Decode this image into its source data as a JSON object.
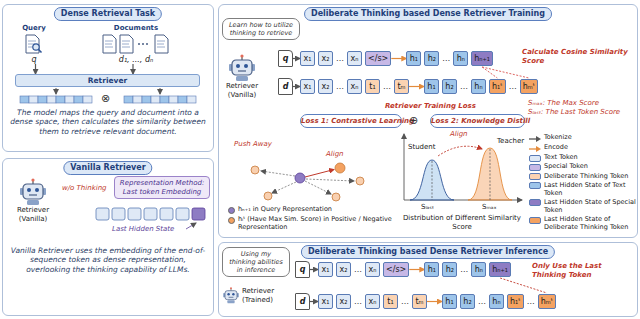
{
  "diagram": {
    "nodes": [
      {
        "text": [
          "Dense Retrieval Task"
        ]
      },
      {
        "text": [
          "Query",
          "q"
        ],
        "in": 0
      },
      {
        "text": [
          "Documents",
          "d₁, ..., dₙ"
        ],
        "in": 0
      },
      {
        "text": [
          "Retriever"
        ],
        "in": 0
      },
      {
        "text": [
          "Vanilla Retriever"
        ]
      },
      {
        "text": [
          "Retriever (Vanilla)"
        ],
        "in": 4
      },
      {
        "text": [
          "Representation Method: Last token Embedding"
        ],
        "in": 4
      },
      {
        "text": [
          "Deliberate Thinking based Dense Retriever Training"
        ]
      },
      {
        "text": [
          "Learn how to utilize thinking to retrieve"
        ],
        "in": 7
      },
      {
        "text": [
          "Retriever (Vanilla)"
        ],
        "in": 7
      },
      {
        "text": [
          "q"
        ],
        "in": 7
      },
      {
        "text": [
          "d"
        ],
        "in": 7
      },
      {
        "text": [
          "x₁"
        ],
        "in": 7
      },
      {
        "text": [
          "x₂"
        ],
        "in": 7
      },
      {
        "text": [
          "xₙ"
        ],
        "in": 7
      },
      {
        "text": [
          "</s>"
        ],
        "in": 7
      },
      {
        "text": [
          "h₁"
        ],
        "in": 7
      },
      {
        "text": [
          "h₂"
        ],
        "in": 7
      },
      {
        "text": [
          "hₙ"
        ],
        "in": 7
      },
      {
        "text": [
          "hₙ₊₁"
        ],
        "in": 7
      },
      {
        "text": [
          "x₁"
        ],
        "in": 7
      },
      {
        "text": [
          "x₂"
        ],
        "in": 7
      },
      {
        "text": [
          "xₙ"
        ],
        "in": 7
      },
      {
        "text": [
          "t₁"
        ],
        "in": 7
      },
      {
        "text": [
          "tₘ"
        ],
        "in": 7
      },
      {
        "text": [
          "h₁"
        ],
        "in": 7
      },
      {
        "text": [
          "h₂"
        ],
        "in": 7
      },
      {
        "text": [
          "hₙ"
        ],
        "in": 7
      },
      {
        "text": [
          "h₁ᵗ"
        ],
        "in": 7
      },
      {
        "text": [
          "hₘᵗ"
        ],
        "in": 7
      },
      {
        "text": [
          "Loss 1: Contrastive Learning"
        ],
        "in": 7
      },
      {
        "text": [
          "Loss 2: Knowledge Distill"
        ],
        "in": 7
      },
      {
        "text": [
          "Deliberate Thinking based Dense Retriever Inference"
        ]
      },
      {
        "text": [
          "Using my thinking abilities in inference"
        ],
        "in": 32
      },
      {
        "text": [
          "Retriever (Trained)"
        ],
        "in": 32
      },
      {
        "text": [
          "q"
        ],
        "in": 32
      },
      {
        "text": [
          "d"
        ],
        "in": 32
      },
      {
        "text": [
          "x₁"
        ],
        "in": 32
      },
      {
        "text": [
          "x₂"
        ],
        "in": 32
      },
      {
        "text": [
          "xₙ"
        ],
        "in": 32
      },
      {
        "text": [
          "</s>"
        ],
        "in": 32
      },
      {
        "text": [
          "h₁"
        ],
        "in": 32
      },
      {
        "text": [
          "h₂"
        ],
        "in": 32
      },
      {
        "text": [
          "hₙ"
        ],
        "in": 32
      },
      {
        "text": [
          "hₙ₊₁"
        ],
        "in": 32
      },
      {
        "text": [
          "x₁"
        ],
        "in": 32
      },
      {
        "text": [
          "x₂"
        ],
        "in": 32
      },
      {
        "text": [
          "xₙ"
        ],
        "in": 32
      },
      {
        "text": [
          "t₁"
        ],
        "in": 32
      },
      {
        "text": [
          "tₘ"
        ],
        "in": 32
      },
      {
        "text": [
          "h₁"
        ],
        "in": 32
      },
      {
        "text": [
          "h₂"
        ],
        "in": 32
      },
      {
        "text": [
          "hₙ"
        ],
        "in": 32
      },
      {
        "text": [
          "h₁ᵗ"
        ],
        "in": 32
      },
      {
        "text": [
          "hₘᵗ"
        ],
        "in": 32
      }
    ],
    "edges": [
      {
        "from": 1,
        "to": 3,
        "arrow": "to"
      },
      {
        "from": 2,
        "to": 3,
        "arrow": "to"
      },
      {
        "from": 10,
        "to": 12,
        "arrow": "to"
      },
      {
        "from": 15,
        "to": 16,
        "arrow": "to"
      },
      {
        "from": 11,
        "to": 20,
        "arrow": "to"
      },
      {
        "from": 24,
        "to": 25,
        "arrow": "to"
      },
      {
        "from": 35,
        "to": 37,
        "arrow": "to"
      },
      {
        "from": 40,
        "to": 41,
        "arrow": "to"
      },
      {
        "from": 36,
        "to": 45,
        "arrow": "to"
      },
      {
        "from": 49,
        "to": 50,
        "arrow": "to"
      }
    ],
    "labels": [
      "⊗",
      "The model maps the query and document into a dense space, then calculates the similarity between them to retrieve relevant document.",
      "w/o Thinking",
      "Last Hidden State",
      "Vanilla Retriever uses the embedding of the end-of-sequence token as dense representation, overlooking the thinking capability of LLMs.",
      "…",
      "…",
      "…",
      "…",
      "…",
      "…",
      "Calculate Cosine Similarity Score",
      "Sₘₐₓ: The Max Score",
      "Sₗₐₛₜ: The Last Token Score",
      "Retriever Training Loss",
      "⊕",
      "Align",
      "Push Away",
      "Teacher",
      "Student",
      "Align",
      "Sₘₐₓ",
      "Sₗₐₛₜ",
      "Distribution of Different Similarity Score",
      "…",
      "…",
      "…",
      "…",
      "…",
      "…",
      "Only Use the Last Thinking Token"
    ],
    "legend": [
      {
        "text": "hₙ₊₁ in Query Representation",
        "color": "#8e7cc3"
      },
      {
        "text": "hᵢᵗ (Have Max Sim. Score) in Positive / Negative Representation",
        "color": "#f4a261"
      },
      {
        "text": "Tokenize"
      },
      {
        "text": "Encode"
      },
      {
        "text": "Text Token",
        "color": "#dfe9f6"
      },
      {
        "text": "Special Token",
        "color": "#c7b8e6"
      },
      {
        "text": "Deliberate Thinking Token",
        "color": "#fbd3b2"
      },
      {
        "text": "Last Hidden State of Text Token",
        "color": "#9ec5ea"
      },
      {
        "text": "Last Hidden State of Special Token",
        "color": "#8e7cc3"
      },
      {
        "text": "Last Hidden State of Deliberate Thinking Token",
        "color": "#f4a261"
      }
    ]
  }
}
